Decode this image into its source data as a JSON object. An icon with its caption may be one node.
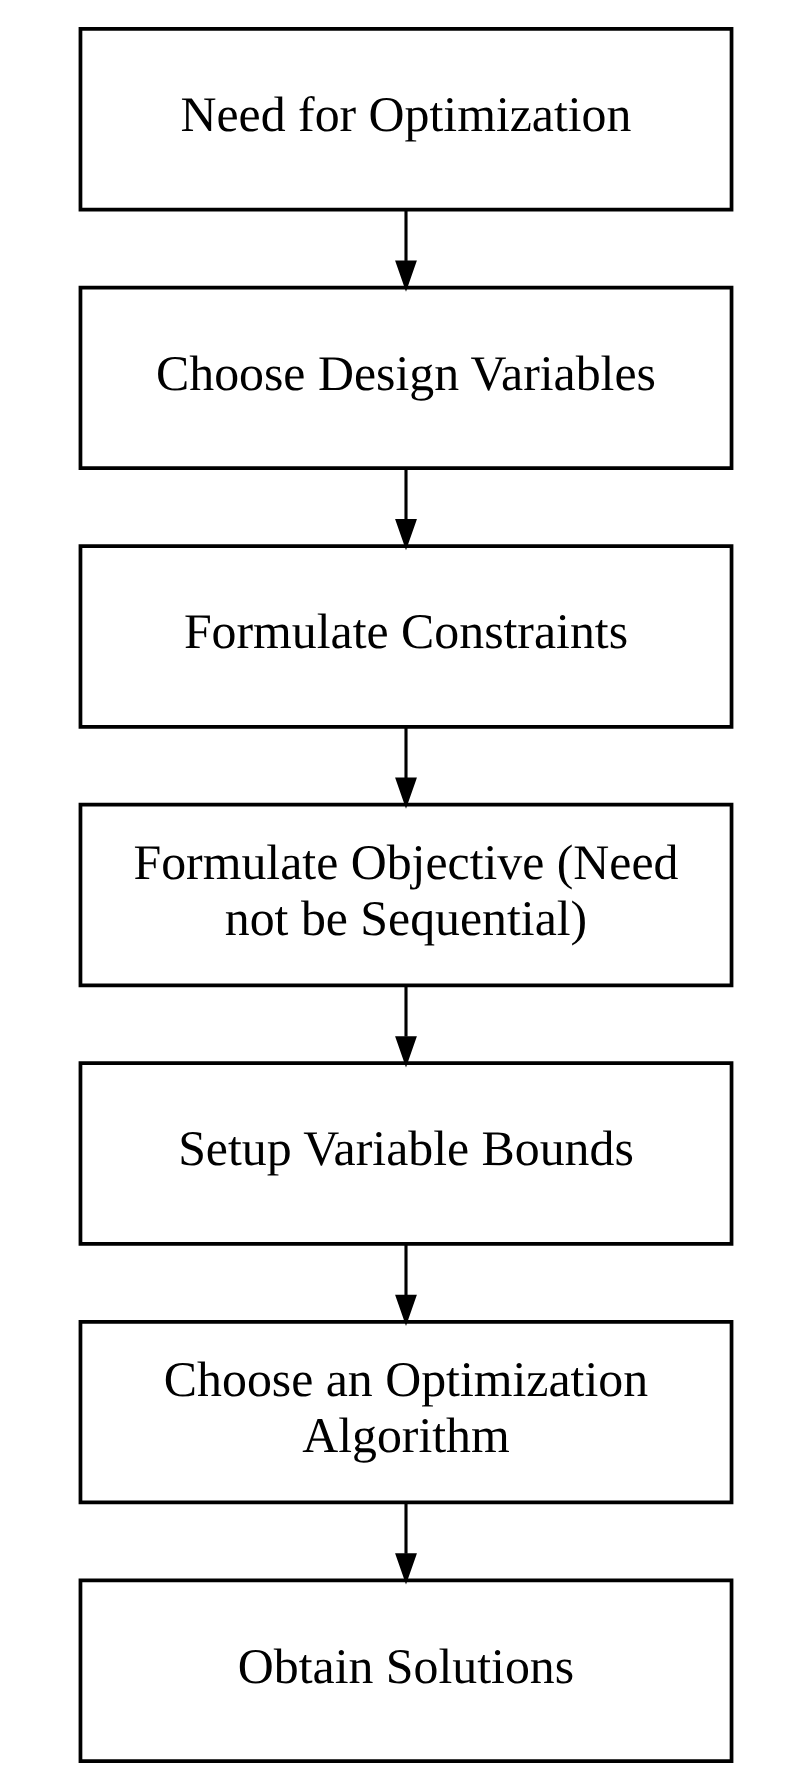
{
  "diagram": {
    "nodes": [
      {
        "text": [
          "Need for Optimization"
        ]
      },
      {
        "text": [
          "Choose Design Variables"
        ]
      },
      {
        "text": [
          "Formulate Constraints"
        ]
      },
      {
        "text": [
          "Formulate Objective (Need not be Sequential)"
        ]
      },
      {
        "text": [
          "Setup Variable Bounds"
        ]
      },
      {
        "text": [
          "Choose an Optimization Algorithm"
        ]
      },
      {
        "text": [
          "Obtain Solutions"
        ]
      }
    ],
    "edges": [
      {
        "from": 0,
        "to": 1,
        "arrow": "to"
      },
      {
        "from": 1,
        "to": 2,
        "arrow": "to"
      },
      {
        "from": 2,
        "to": 3,
        "arrow": "to"
      },
      {
        "from": 3,
        "to": 4,
        "arrow": "to"
      },
      {
        "from": 4,
        "to": 5,
        "arrow": "to"
      },
      {
        "from": 5,
        "to": 6,
        "arrow": "to"
      }
    ]
  }
}
